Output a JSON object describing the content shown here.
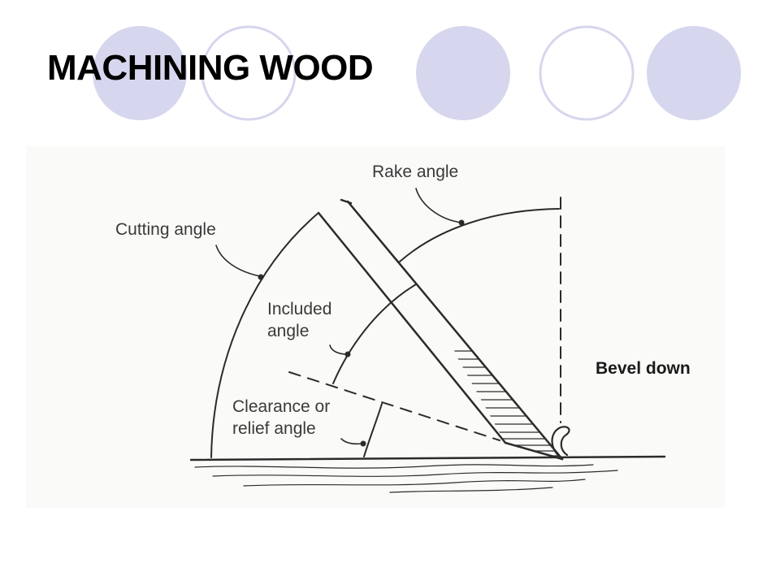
{
  "slide": {
    "title": "MACHINING WOOD"
  },
  "theme": {
    "circle_fill": "#d6d6ee",
    "circle_stroke": "#d6d6ee",
    "ring_stroke": "#d6d6ee",
    "ink": "#2b2b2b",
    "paper": "#fafaf8"
  },
  "diagram": {
    "labels": {
      "rake_angle": "Rake angle",
      "cutting_angle": "Cutting angle",
      "included_angle_line1": "Included",
      "included_angle_line2": "angle",
      "clearance_line1": "Clearance or",
      "clearance_line2": "relief angle",
      "bevel_down": "Bevel down"
    }
  }
}
